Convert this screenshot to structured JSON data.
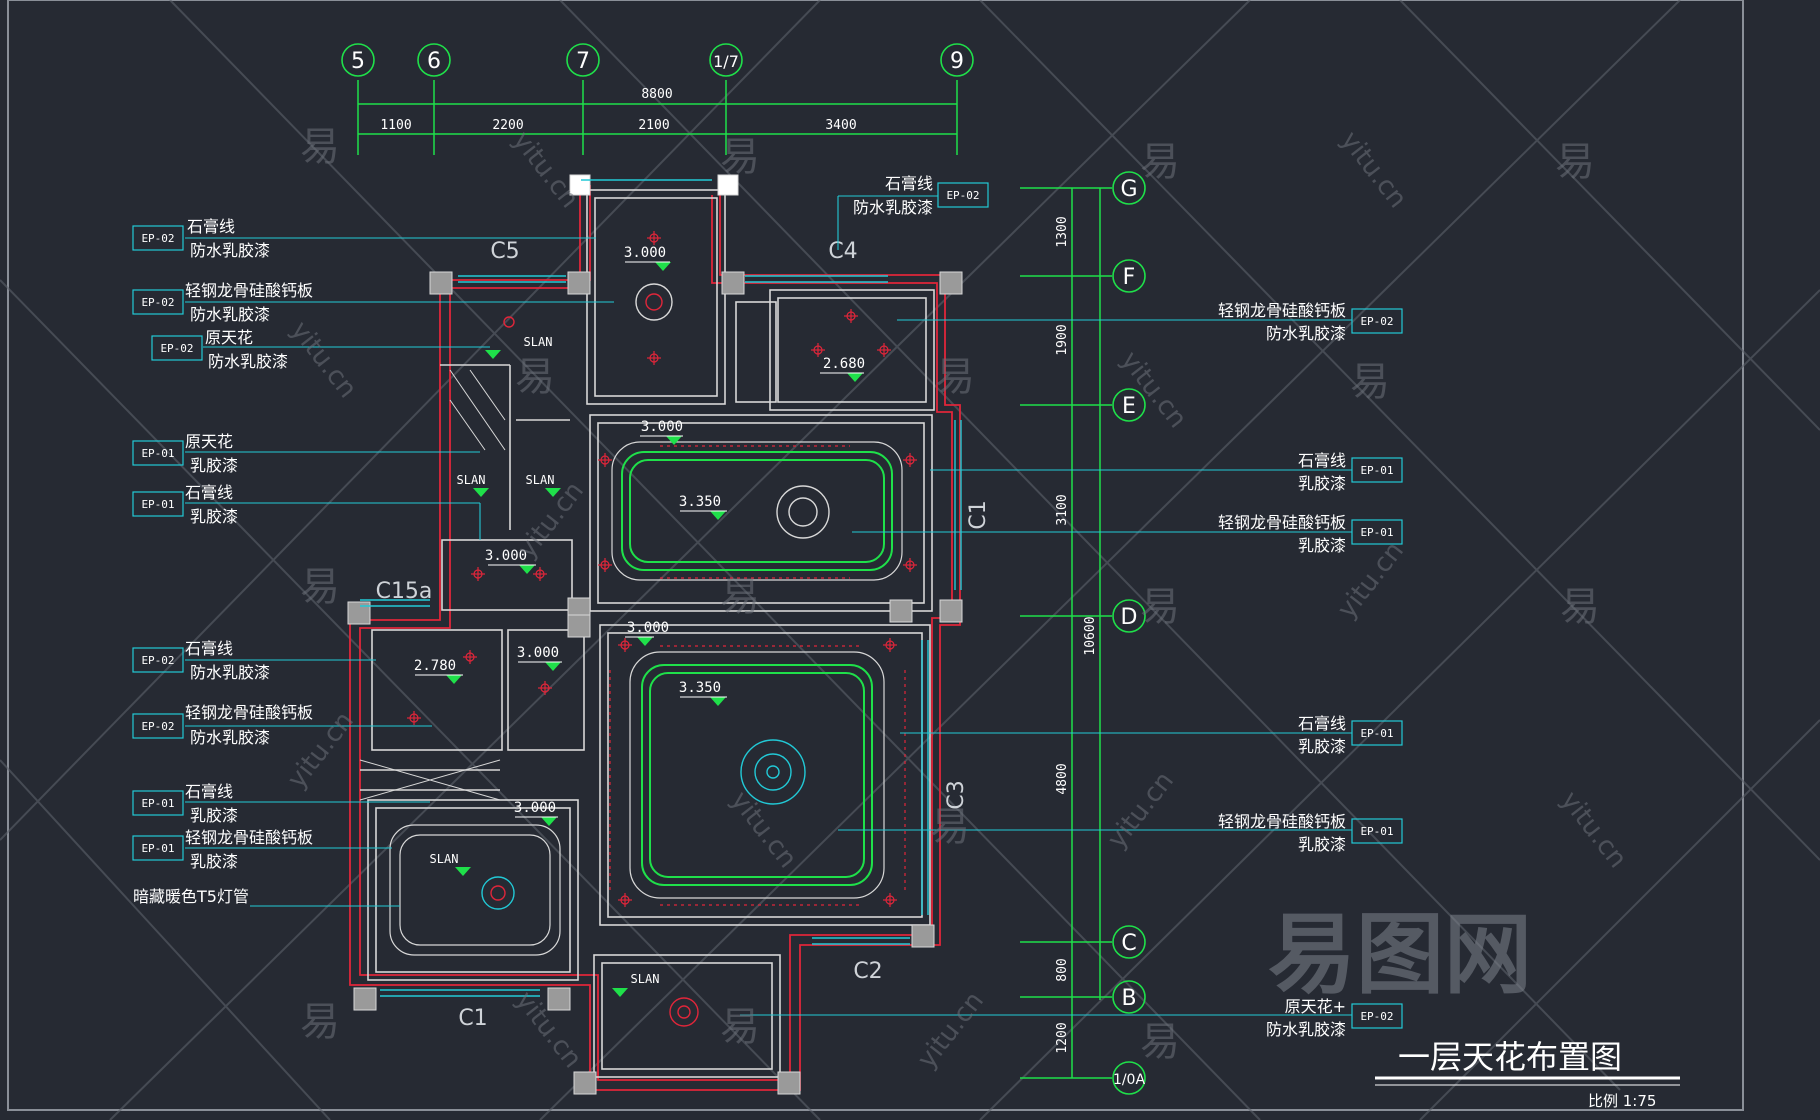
{
  "grid_top": [
    "5",
    "6",
    "7",
    "1/7",
    "9"
  ],
  "dims_top": {
    "overall": "8800",
    "segments": [
      "1100",
      "2200",
      "2100",
      "3400"
    ]
  },
  "grid_right": [
    "G",
    "F",
    "E",
    "D",
    "C",
    "B",
    "1/0A"
  ],
  "dims_right": {
    "overall": "10600",
    "segments": [
      "1300",
      "1900",
      "3100",
      "4800",
      "800",
      "1200"
    ]
  },
  "windows": [
    "C5",
    "C4",
    "C15a",
    "C1",
    "C3",
    "C1",
    "C2"
  ],
  "elevations": [
    "3.000",
    "2.680",
    "3.000",
    "3.350",
    "3.000",
    "3.000",
    "3.350",
    "2.780",
    "3.000",
    "3.000"
  ],
  "slan": [
    "SLAN",
    "SLAN",
    "SLAN",
    "SLAN",
    "SLAN"
  ],
  "left_callouts": [
    {
      "code": "EP-02",
      "line1": "石膏线",
      "line2": "防水乳胶漆"
    },
    {
      "code": "EP-02",
      "line1": "轻钢龙骨硅酸钙板",
      "line2": "防水乳胶漆"
    },
    {
      "code": "EP-02",
      "line1": "原天花",
      "line2": "防水乳胶漆"
    },
    {
      "code": "EP-01",
      "line1": "原天花",
      "line2": "乳胶漆"
    },
    {
      "code": "EP-01",
      "line1": "石膏线",
      "line2": "乳胶漆"
    },
    {
      "code": "EP-02",
      "line1": "石膏线",
      "line2": "防水乳胶漆"
    },
    {
      "code": "EP-02",
      "line1": "轻钢龙骨硅酸钙板",
      "line2": "防水乳胶漆"
    },
    {
      "code": "EP-01",
      "line1": "石膏线",
      "line2": "乳胶漆"
    },
    {
      "code": "EP-01",
      "line1": "轻钢龙骨硅酸钙板",
      "line2": "乳胶漆"
    }
  ],
  "left_note": "暗藏暖色T5灯管",
  "right_callouts": [
    {
      "code": "EP-02",
      "line1": "石膏线",
      "line2": "防水乳胶漆"
    },
    {
      "code": "EP-02",
      "line1": "轻钢龙骨硅酸钙板",
      "line2": "防水乳胶漆"
    },
    {
      "code": "EP-01",
      "line1": "石膏线",
      "line2": "乳胶漆"
    },
    {
      "code": "EP-01",
      "line1": "轻钢龙骨硅酸钙板",
      "line2": "乳胶漆"
    },
    {
      "code": "EP-01",
      "line1": "石膏线",
      "line2": "乳胶漆"
    },
    {
      "code": "EP-01",
      "line1": "轻钢龙骨硅酸钙板",
      "line2": "乳胶漆"
    },
    {
      "code": "EP-02",
      "line1": "原天花+",
      "line2": "防水乳胶漆"
    }
  ],
  "title": "一层天花布置图",
  "scale": "比例 1:75",
  "watermark": {
    "brand": "易图网",
    "char": "易",
    "domain": "yitu.cn"
  },
  "colors": {
    "background": "#262a33",
    "wall": "#d8d8d8",
    "red": "#e0263a",
    "green": "#1fe04a",
    "cyan": "#22c9d6",
    "yellow": "#f2d21a",
    "text": "#ffffff"
  }
}
